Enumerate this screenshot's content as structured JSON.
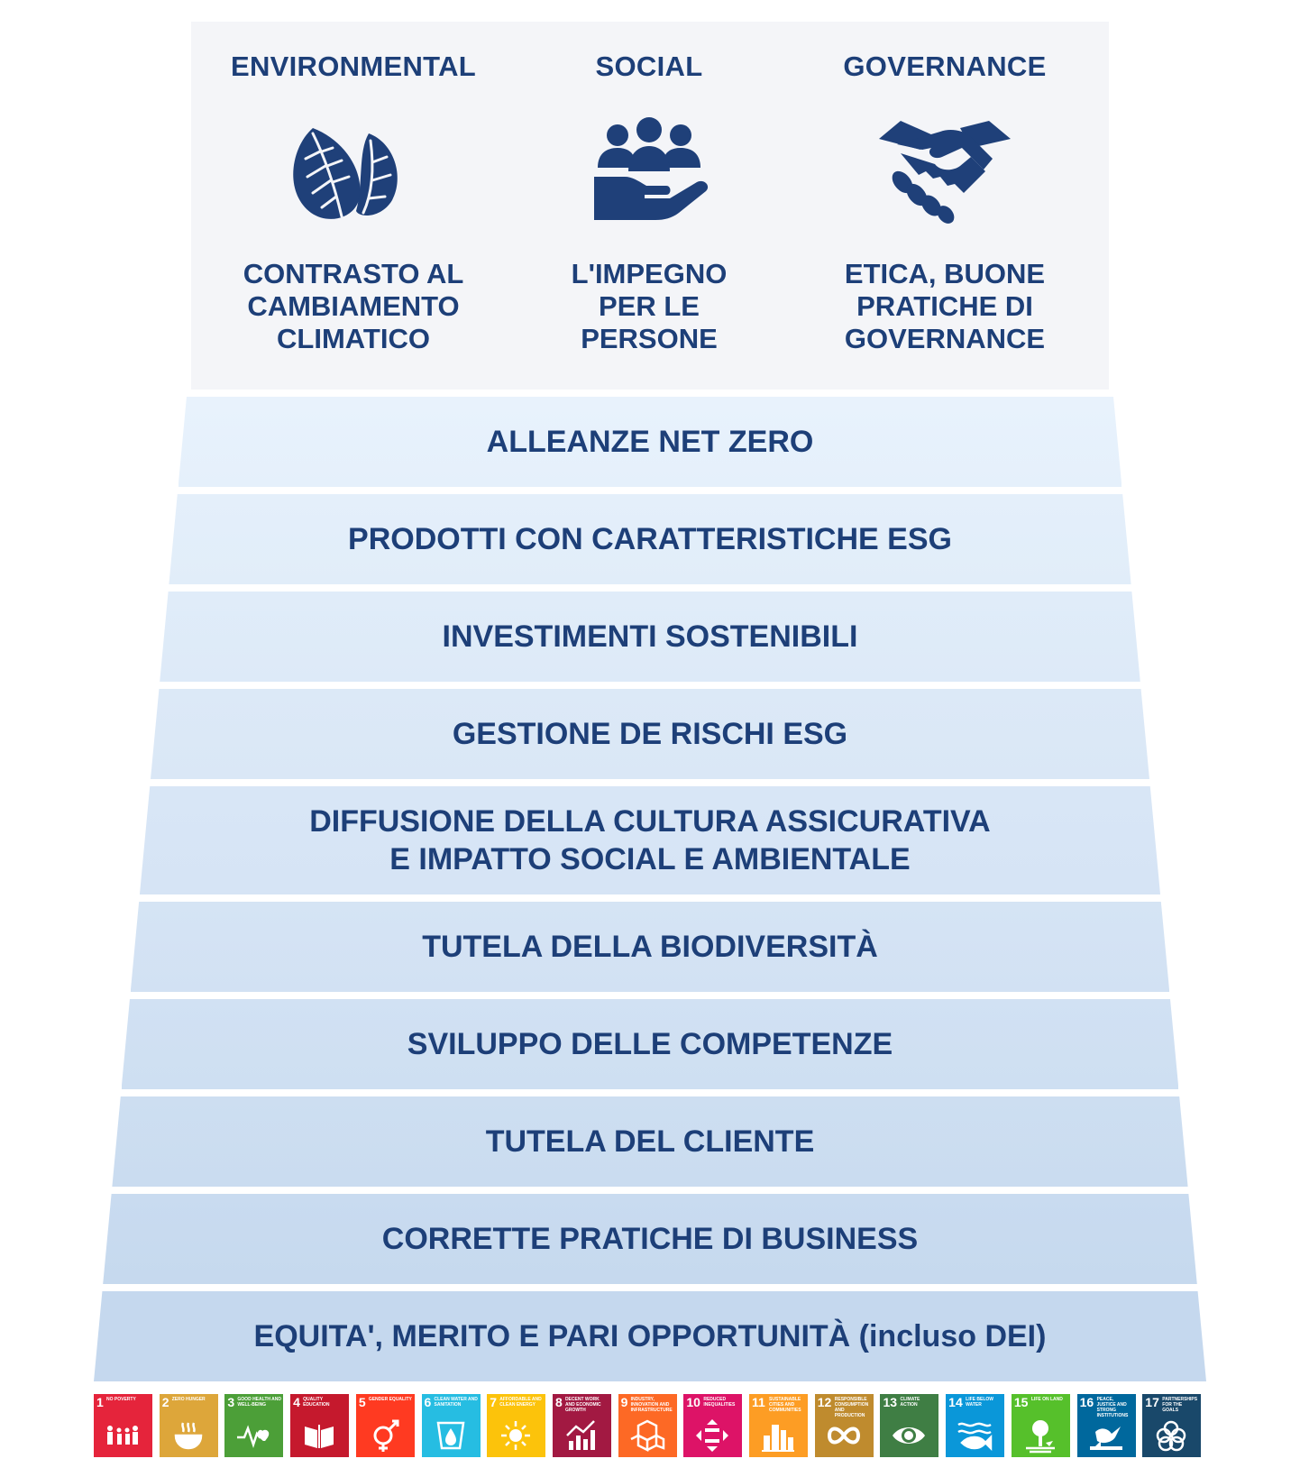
{
  "pillars": [
    {
      "title": "ENVIRONMENTAL",
      "icon": "leaf-icon",
      "description": "CONTRASTO AL\nCAMBIAMENTO\nCLIMATICO"
    },
    {
      "title": "SOCIAL",
      "icon": "people-in-hand-icon",
      "description": "L'IMPEGNO\nPER LE\nPERSONE"
    },
    {
      "title": "GOVERNANCE",
      "icon": "handshake-icon",
      "description": "ETICA, BUONE\nPRATICHE DI\nGOVERNANCE"
    }
  ],
  "bands": [
    "ALLEANZE NET ZERO",
    "PRODOTTI CON CARATTERISTICHE ESG",
    "INVESTIMENTI SOSTENIBILI",
    "GESTIONE DE RISCHI ESG",
    "DIFFUSIONE DELLA CULTURA ASSICURATIVA\nE IMPATTO SOCIAL E AMBIENTALE",
    "TUTELA DELLA BIODIVERSITÀ",
    "SVILUPPO DELLE COMPETENZE",
    "TUTELA DEL CLIENTE",
    "CORRETTE PRATICHE DI BUSINESS",
    "EQUITA', MERITO E PARI OPPORTUNITÀ (incluso DEI)"
  ],
  "sdgs": [
    {
      "number": "1",
      "label": "NO POVERTY",
      "color": "#e5243b"
    },
    {
      "number": "2",
      "label": "ZERO HUNGER",
      "color": "#dda63a"
    },
    {
      "number": "3",
      "label": "GOOD HEALTH AND WELL-BEING",
      "color": "#4c9f38"
    },
    {
      "number": "4",
      "label": "QUALITY EDUCATION",
      "color": "#c5192d"
    },
    {
      "number": "5",
      "label": "GENDER EQUALITY",
      "color": "#ff3a21"
    },
    {
      "number": "6",
      "label": "CLEAN WATER AND SANITATION",
      "color": "#26bde2"
    },
    {
      "number": "7",
      "label": "AFFORDABLE AND CLEAN ENERGY",
      "color": "#fcc30b"
    },
    {
      "number": "8",
      "label": "DECENT WORK AND ECONOMIC GROWTH",
      "color": "#a21942"
    },
    {
      "number": "9",
      "label": "INDUSTRY, INNOVATION AND INFRASTRUCTURE",
      "color": "#fd6925"
    },
    {
      "number": "10",
      "label": "REDUCED INEQUALITIES",
      "color": "#dd1367"
    },
    {
      "number": "11",
      "label": "SUSTAINABLE CITIES AND COMMUNITIES",
      "color": "#fd9d24"
    },
    {
      "number": "12",
      "label": "RESPONSIBLE CONSUMPTION AND PRODUCTION",
      "color": "#bf8b2e"
    },
    {
      "number": "13",
      "label": "CLIMATE ACTION",
      "color": "#3f7e44"
    },
    {
      "number": "14",
      "label": "LIFE BELOW WATER",
      "color": "#0a97d9"
    },
    {
      "number": "15",
      "label": "LIFE ON LAND",
      "color": "#56c02b"
    },
    {
      "number": "16",
      "label": "PEACE, JUSTICE AND STRONG INSTITUTIONS",
      "color": "#00689d"
    },
    {
      "number": "17",
      "label": "PARTNERSHIPS FOR THE GOALS",
      "color": "#19486a"
    }
  ],
  "colors": {
    "text": "#1d3f78",
    "icon": "#1f4079",
    "panel": "#f4f5f8",
    "band_top": "#e8f2fc",
    "band_bottom": "#c5d8ee"
  }
}
